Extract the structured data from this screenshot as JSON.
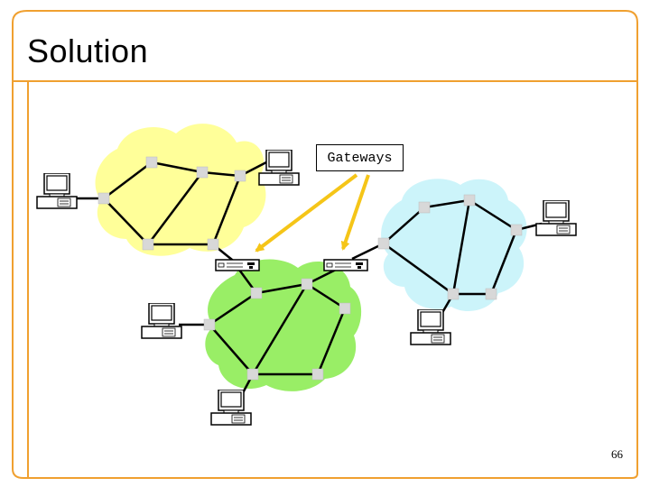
{
  "slide": {
    "title": "Solution",
    "page_number": "66",
    "accent_color": "#f0a030"
  },
  "diagram": {
    "gateway_label": "Gateways",
    "networks": [
      {
        "name": "yellow-network",
        "color": "#ffff99"
      },
      {
        "name": "green-network",
        "color": "#99ee66"
      },
      {
        "name": "blue-network",
        "color": "#ccf4fa"
      }
    ],
    "arrow_color": "#f5c518",
    "icons": [
      "computer-icon",
      "gateway-router-icon",
      "network-node-icon"
    ]
  }
}
